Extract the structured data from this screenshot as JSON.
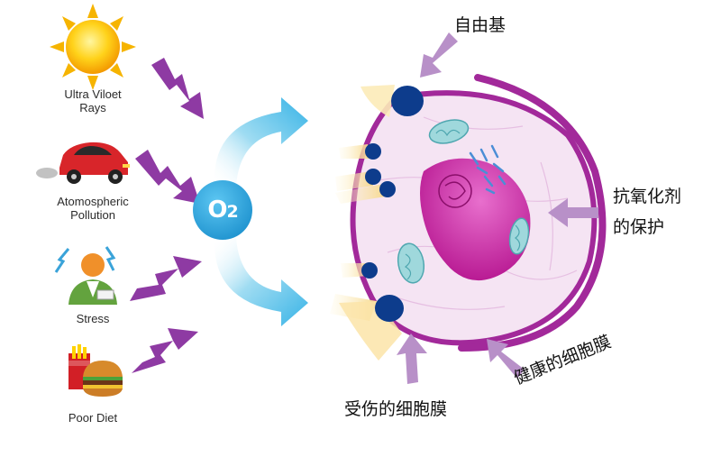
{
  "sources": [
    {
      "label_lines": [
        "Ultra Viloet",
        "Rays"
      ],
      "icon": "sun-icon"
    },
    {
      "label_lines": [
        "Atomospheric",
        "Pollution"
      ],
      "icon": "car-icon"
    },
    {
      "label_lines": [
        "Stress"
      ],
      "icon": "stressed-person-icon"
    },
    {
      "label_lines": [
        "Poor Diet"
      ],
      "icon": "fast-food-icon"
    }
  ],
  "oxygen": {
    "label": "O",
    "subscript": "2"
  },
  "labels": {
    "free_radical": "自由基",
    "antioxidant_line1": "抗氧化剂",
    "antioxidant_line2": "的保护",
    "damaged_membrane": "受伤的细胞膜",
    "healthy_membrane": "健康的细胞膜"
  },
  "colors": {
    "zigzag": "#8e3aa3",
    "pointer": "#b890c8",
    "oxygen": "#35a9e0",
    "curved_arrow": "#7fd0ee",
    "free_radical": "#0d3c8c",
    "membrane": "#a2299a",
    "nucleus": "#c21d9a",
    "cytoplasm": "#f5e4f3",
    "organelle": "#9fd8dc"
  }
}
